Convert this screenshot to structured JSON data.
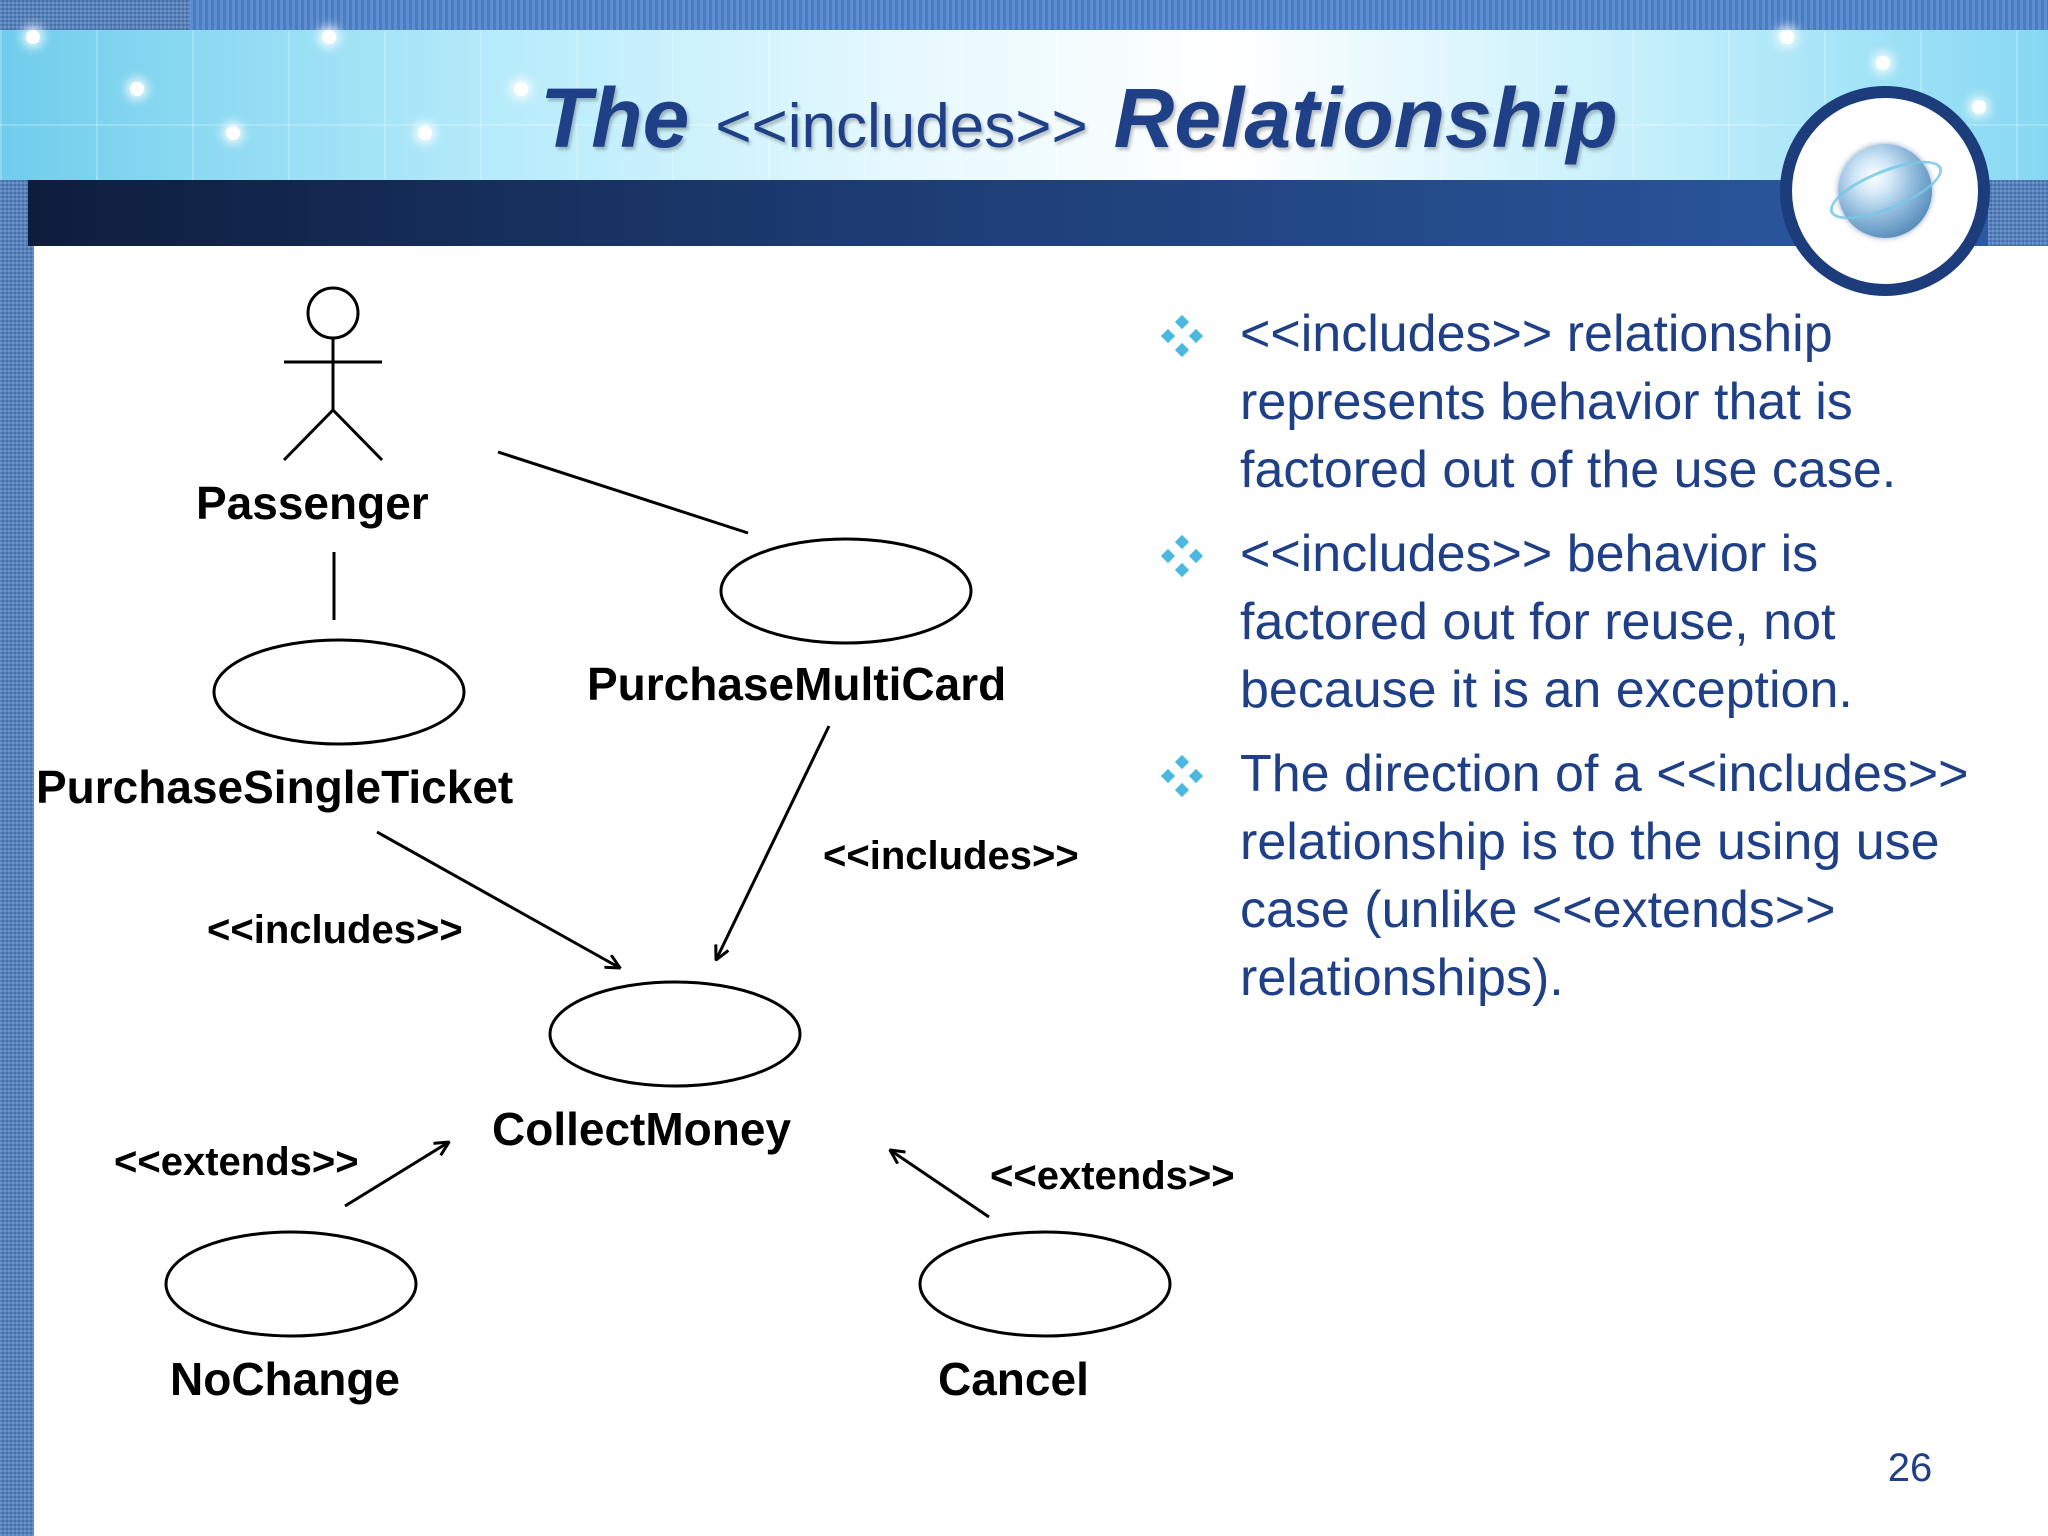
{
  "title": {
    "part1": "The",
    "part2": "<<includes>>",
    "part3": "Relationship"
  },
  "diagram": {
    "actor": "Passenger",
    "use_cases": {
      "purchase_single": "PurchaseSingleTicket",
      "purchase_multi": "PurchaseMultiCard",
      "collect_money": "CollectMoney",
      "no_change": "NoChange",
      "cancel": "Cancel"
    },
    "stereotypes": {
      "includes_left": "<<includes>>",
      "includes_right": "<<includes>>",
      "extends_left": "<<extends>>",
      "extends_right": "<<extends>>"
    }
  },
  "bullets": [
    "<<includes>> relationship represents behavior that is factored out of the use case.",
    "<<includes>> behavior is factored out for reuse, not because it is an exception.",
    "The direction of a <<includes>> relationship is to the using use case (unlike <<extends>> relationships)."
  ],
  "page_number": "26",
  "colors": {
    "title": "#1f3f87",
    "body_text": "#1f3f87",
    "bullet_marker": "#4ab8e0",
    "diagram_stroke": "#000000",
    "dark_bar": "#1c3a70"
  },
  "icons": [
    "globe-icon",
    "diamond-bullet-icon"
  ]
}
